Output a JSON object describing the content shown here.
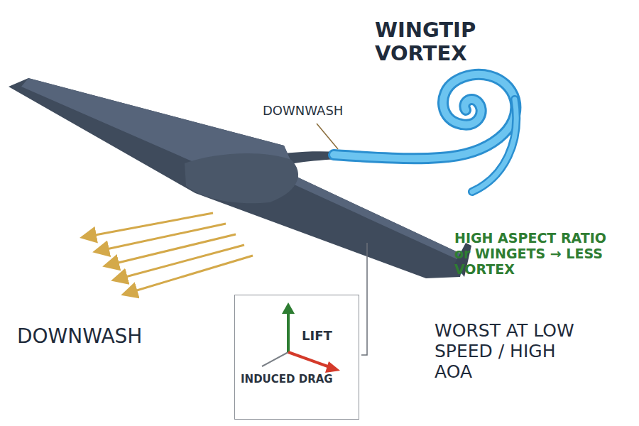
{
  "diagram": {
    "nodes": [
      {
        "text": [
          "LIFT",
          "INDUCED DRAG"
        ]
      }
    ],
    "labels": [
      "WINGTIP VORTEX",
      "DOWNWASH",
      "DOWNWASH",
      "HIGH ASPECT RATIO or WINGETS → LESS VORTEX",
      "WORST AT LOW SPEED / HIGH AOA"
    ]
  }
}
